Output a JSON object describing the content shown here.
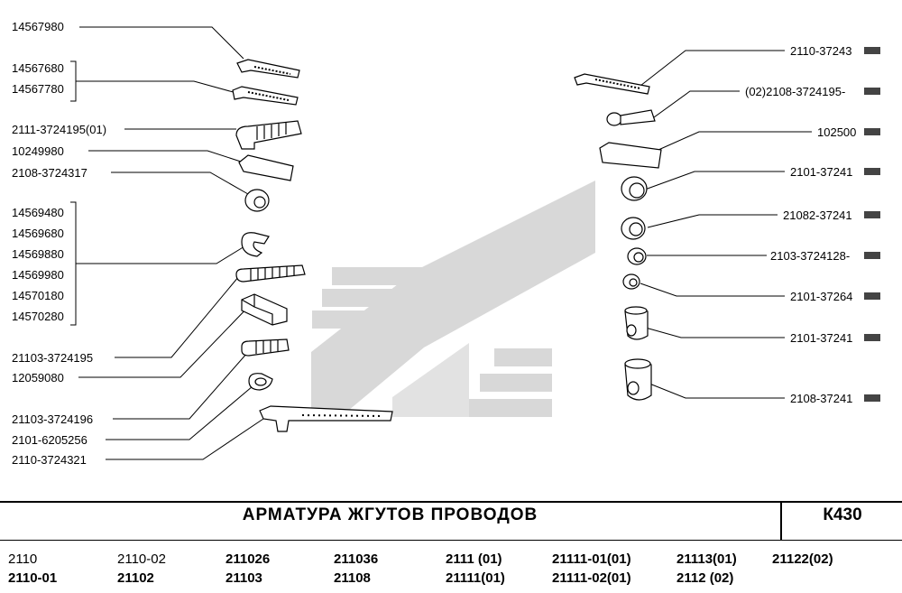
{
  "left_labels": [
    "14567980",
    "14567680",
    "14567780",
    "2111-3724195(01)",
    "10249980",
    "2108-3724317",
    "14569480",
    "14569680",
    "14569880",
    "14569980",
    "14570180",
    "14570280",
    "21103-3724195",
    "12059080",
    "21103-3724196",
    "2101-6205256",
    "2110-3724321"
  ],
  "right_labels": [
    "2110-37243",
    "(02)2108-3724195-",
    "102500",
    "2101-37241",
    "21082-37241",
    "2103-3724128-",
    "2101-37264",
    "2101-37241",
    "2108-37241"
  ],
  "title": "АРМАТУРА  ЖГУТОВ  ПРОВОДОВ",
  "code": "К430",
  "models": [
    [
      "2110",
      "2110-01"
    ],
    [
      "2110-02",
      "21102"
    ],
    [
      "211026",
      "21103"
    ],
    [
      "211036",
      "21108"
    ],
    [
      "2111  (01)",
      "21111(01)"
    ],
    [
      "21111-01(01)",
      "21111-02(01)"
    ],
    [
      "21113(01)",
      "2112  (02)"
    ],
    [
      "21122(02)",
      ""
    ]
  ]
}
